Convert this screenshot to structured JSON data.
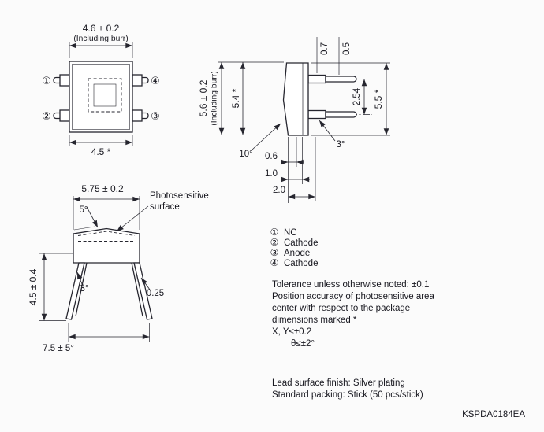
{
  "colors": {
    "ink": "#26262f",
    "background": "#fbfbfb"
  },
  "views": {
    "top": {
      "dim_width_including_burr": "4.6 ± 0.2",
      "including_burr_note": "(Including burr)",
      "dim_width": "4.5 *"
    },
    "side": {
      "dim_height_including_burr": "5.6 ± 0.2",
      "including_burr_note": "(Including burr)",
      "dim_height": "5.4 *",
      "dim_lead_base_width": "0.7",
      "dim_lead_tip_width": "0.5",
      "dim_lead_pitch": "2.54",
      "dim_overall": "5.5 *",
      "angle_draft": "10°",
      "dim_standoff": "0.6",
      "dim_lead_offset": "1.0",
      "dim_lead_center": "2.0",
      "angle_lead": "3°"
    },
    "front": {
      "dim_width": "5.75 ± 0.2",
      "angle_top": "5°",
      "photosensitive_label_line1": "Photosensitive",
      "photosensitive_label_line2": "surface",
      "dim_height": "4.5 ± 0.4",
      "angle_lead": "3°",
      "dim_lead_thickness": "0.25",
      "dim_lead_span": "7.5 ± 5°"
    }
  },
  "pin_list": [
    {
      "num": "①",
      "label": "NC"
    },
    {
      "num": "②",
      "label": "Cathode"
    },
    {
      "num": "③",
      "label": "Anode"
    },
    {
      "num": "④",
      "label": "Cathode"
    }
  ],
  "notes": {
    "tolerance": "Tolerance unless otherwise noted: ±0.1",
    "position_line1": "Position accuracy of photosensitive area",
    "position_line2": "center with respect to the package",
    "position_line3": "dimensions marked *",
    "accuracy_xy": "X, Y≤±0.2",
    "accuracy_theta": "θ≤±2°",
    "lead_finish": "Lead surface finish: Silver plating",
    "packing": "Standard packing: Stick (50 pcs/stick)"
  },
  "doc_code": "KSPDA0184EA"
}
